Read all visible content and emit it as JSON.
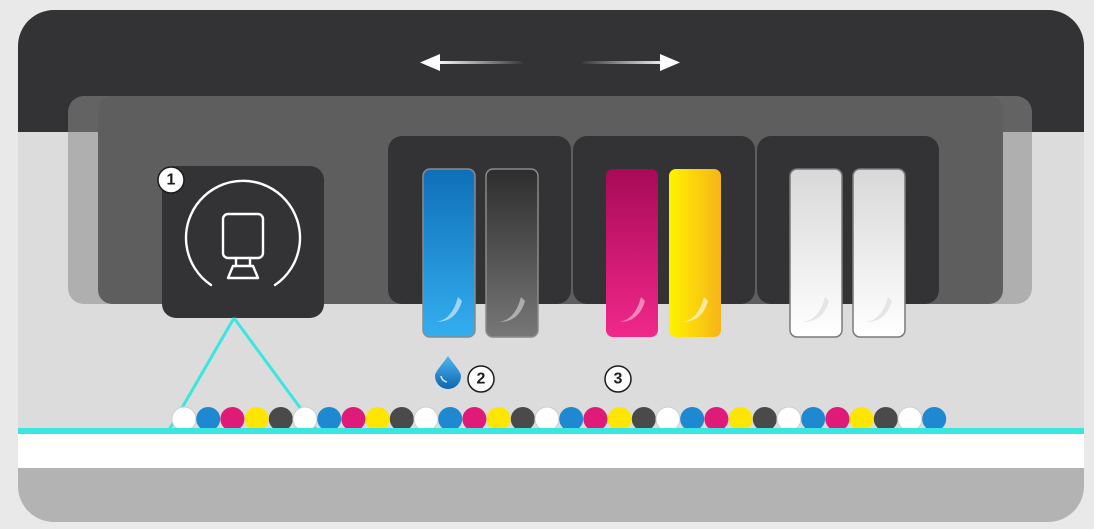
{
  "markers": [
    {
      "label": "1"
    },
    {
      "label": "2"
    },
    {
      "label": "3"
    }
  ],
  "icons": {
    "carriage_direction": "double-arrow-left-right-icon",
    "curing_lamp": "uv-lamp-icon",
    "ink_drop": "ink-drop-icon"
  },
  "cartridge_colors": [
    {
      "name": "cyan",
      "color": "#1e88d0"
    },
    {
      "name": "black",
      "color": "#5a5a5a"
    },
    {
      "name": "magenta",
      "color": "#e01a78"
    },
    {
      "name": "yellow",
      "color": "#ffe600"
    },
    {
      "name": "white",
      "color": "#f0f0f0"
    },
    {
      "name": "white",
      "color": "#f0f0f0"
    }
  ],
  "dot_sequence": [
    "white",
    "cyan",
    "magenta",
    "yellow",
    "black",
    "white",
    "cyan",
    "magenta",
    "yellow",
    "black",
    "white",
    "cyan",
    "magenta",
    "yellow",
    "black",
    "white",
    "cyan",
    "magenta",
    "yellow",
    "black",
    "white",
    "cyan",
    "magenta",
    "yellow",
    "black",
    "white",
    "cyan",
    "magenta",
    "yellow",
    "black",
    "white",
    "cyan"
  ],
  "colors": {
    "cyan": "#1e88d0",
    "magenta": "#e01a78",
    "yellow": "#ffe600",
    "black": "#4a4a4a",
    "white": "#ffffff",
    "uv_light": "#39e6e0",
    "panel_dark": "#333335",
    "carriage": "#5e5e5e"
  }
}
